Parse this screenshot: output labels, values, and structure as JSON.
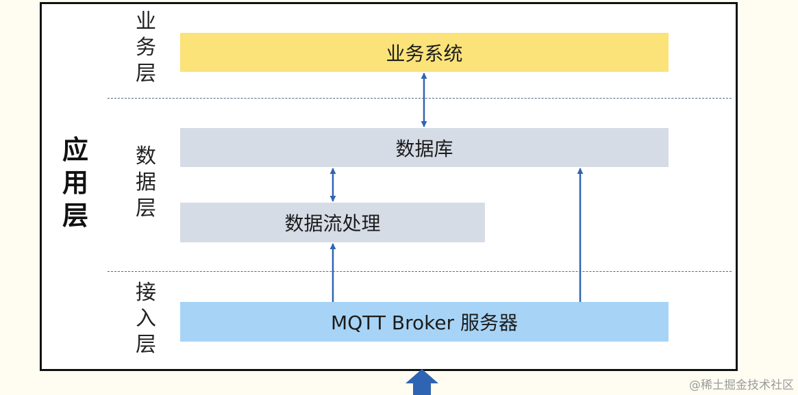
{
  "diagram": {
    "app_layer_label": "应用层",
    "layers": [
      {
        "id": "business",
        "label": "业务层"
      },
      {
        "id": "data",
        "label": "数据层"
      },
      {
        "id": "access",
        "label": "接入层"
      }
    ],
    "boxes": {
      "business_system": "业务系统",
      "database": "数据库",
      "stream_processing": "数据流处理",
      "mqtt_broker": "MQTT Broker 服务器"
    },
    "colors": {
      "business": "#fbe37a",
      "data": "#d6dce6",
      "access": "#a7d4f6",
      "arrow": "#2f64b2",
      "inbound_arrow": "#2f64b2"
    }
  },
  "watermark": "@稀土掘金技术社区"
}
